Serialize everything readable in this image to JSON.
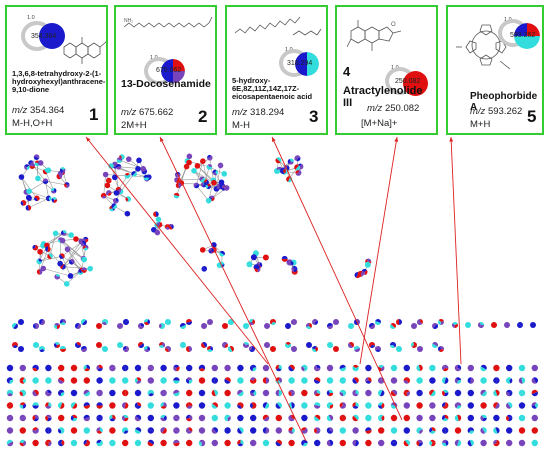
{
  "cards": [
    {
      "name": "1,3,6,8-tetrahydroxy-2-(1-hydroxyhexyl)anthracene-9,10-dione",
      "mz_label": "m/z",
      "mz_value": "354.364",
      "adduct": "M-H,O+H",
      "number": "1",
      "node_value": "354.364",
      "node_color": "#1a1acc",
      "loop_label": "1.0"
    },
    {
      "name": "13-Docosenamide",
      "mz_label": "m/z",
      "mz_value": "675.662",
      "adduct": "2M+H",
      "number": "2",
      "node_value": "675.662",
      "node_color": "mixed",
      "loop_label": "1.0"
    },
    {
      "name": "5-hydroxy-6E,8Z,11Z,14Z,17Z-eicosapentaenoic acid",
      "mz_label": "m/z",
      "mz_value": "318.294",
      "adduct": "M-H",
      "number": "3",
      "node_value": "318.294",
      "node_color": "mixed",
      "loop_label": "1.0"
    },
    {
      "name": "Atractylenolide III",
      "name_prefix": "4",
      "mz_label": "m/z",
      "mz_value": "250.082",
      "adduct": "[M+Na]+",
      "node_value": "250.082",
      "node_color": "#e01010",
      "loop_label": "1.0"
    },
    {
      "name": "Pheophorbide A",
      "mz_label": "m/z",
      "mz_value": "593.262",
      "adduct": "M+H",
      "number": "5",
      "node_value": "593.262",
      "node_color": "mixed",
      "loop_label": "1.0"
    }
  ],
  "colors": {
    "border": "#33cc33",
    "blue": "#1a1acc",
    "red": "#e01010",
    "cyan": "#33dddd",
    "purple": "#7744bb",
    "arrow": "#dd2222",
    "edge": "#999999"
  }
}
